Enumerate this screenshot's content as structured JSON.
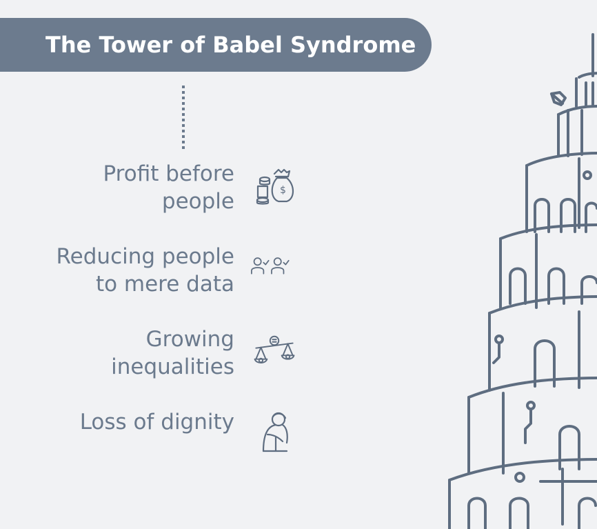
{
  "title": "The Tower of Babel Syndrome",
  "colors": {
    "title_bg": "#6c7b8e",
    "text": "#6b7a8d",
    "line": "#5e6d80",
    "background": "#f1f2f4"
  },
  "items": [
    {
      "line1": "Profit before",
      "line2": "people",
      "icon": "money-bag-coins-icon"
    },
    {
      "line1": "Reducing people",
      "line2": "to mere data",
      "icon": "people-check-icon"
    },
    {
      "line1": "Growing",
      "line2": "inequalities",
      "icon": "scale-balance-icon"
    },
    {
      "line1": "Loss of dignity",
      "line2": "",
      "icon": "sad-person-icon"
    }
  ]
}
